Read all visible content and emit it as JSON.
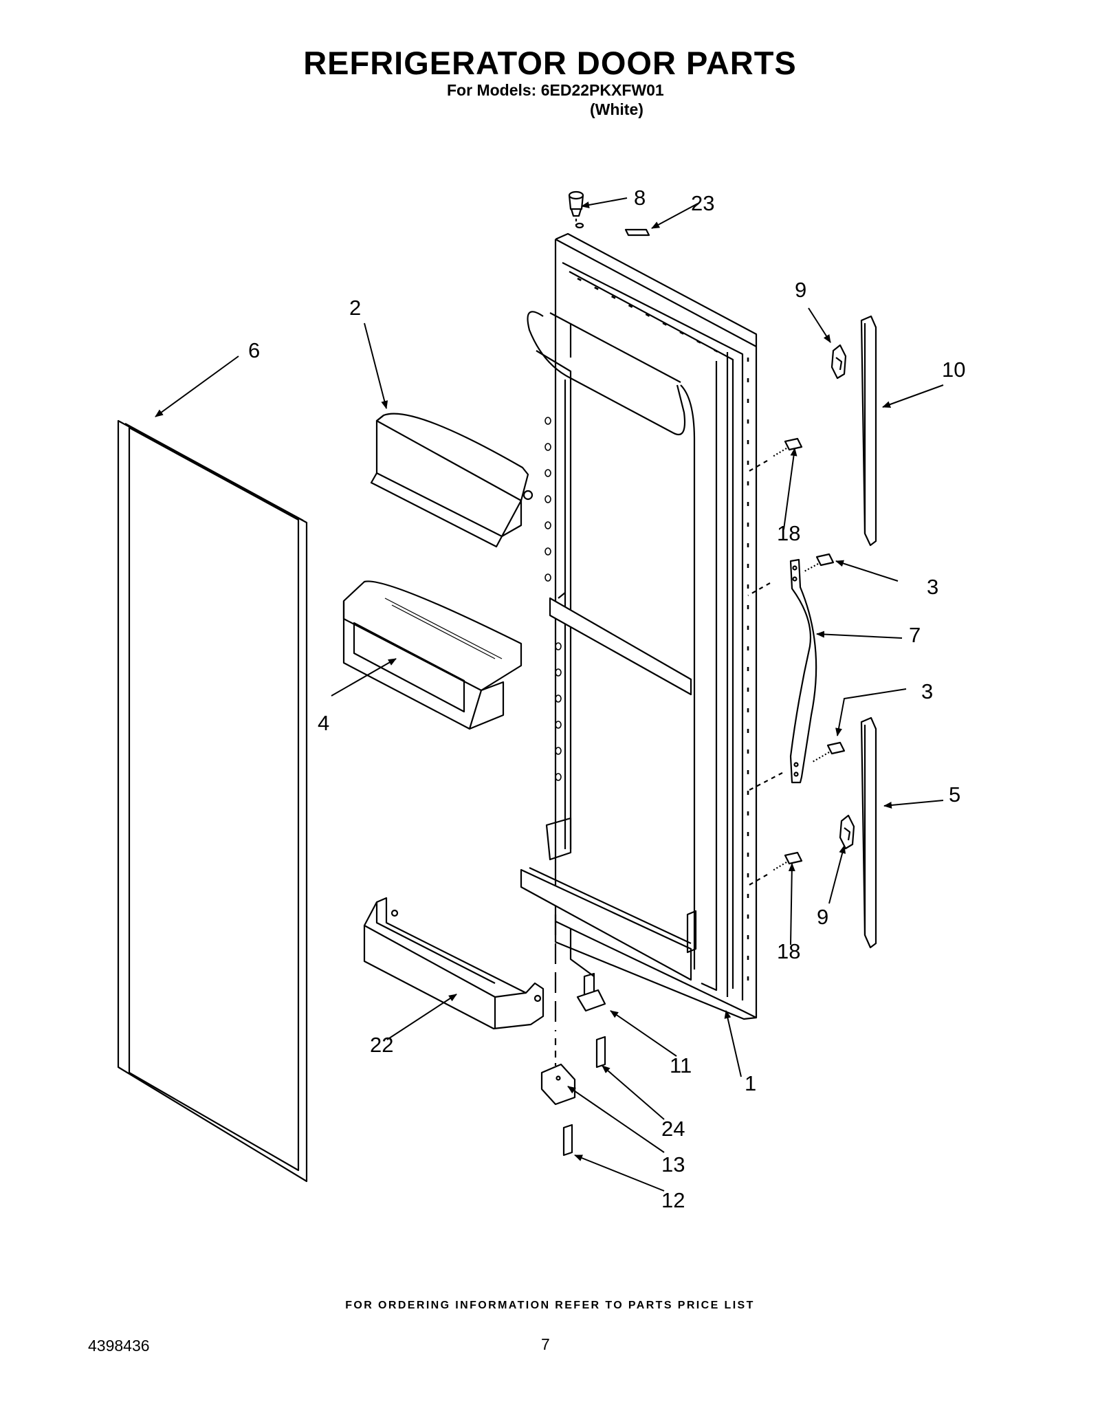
{
  "header": {
    "title": "REFRIGERATOR DOOR PARTS",
    "models_line": "For Models: 6ED22PKXFW01",
    "variant": "(White)"
  },
  "parts": {
    "p1": "1",
    "p2": "2",
    "p3a": "3",
    "p3b": "3",
    "p4": "4",
    "p5": "5",
    "p6": "6",
    "p7": "7",
    "p8": "8",
    "p9a": "9",
    "p9b": "9",
    "p10": "10",
    "p11": "11",
    "p12": "12",
    "p13": "13",
    "p18a": "18",
    "p18b": "18",
    "p22": "22",
    "p23": "23",
    "p24": "24"
  },
  "footer": {
    "ordering_note": "FOR ORDERING INFORMATION REFER TO PARTS PRICE LIST",
    "doc_number": "4398436",
    "page_number": "7"
  }
}
